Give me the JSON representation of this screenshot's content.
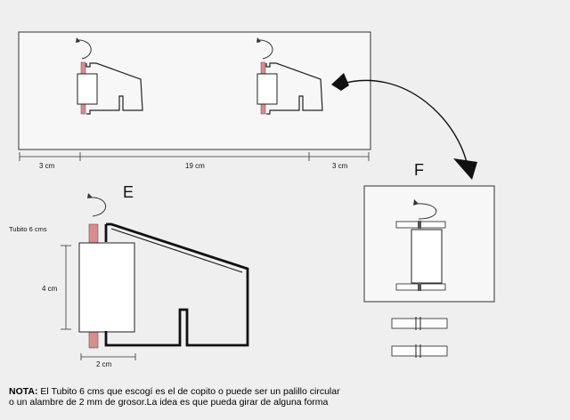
{
  "dimensions": {
    "left_margin": "3 cm",
    "center": "19 cm",
    "right_margin": "3 cm"
  },
  "detail_e": {
    "label": "E",
    "tube_label": "Tubito 6 cms",
    "height_label": "4 cm",
    "width_label": "2 cm"
  },
  "detail_f": {
    "label": "F"
  },
  "note": {
    "prefix": "NOTA:",
    "line1": " El Tubito 6 cms que escogí es el de copito o puede ser un palillo circular",
    "line2": "o un alambre de 2 mm de grosor.La idea es que pueda girar de alguna forma"
  },
  "colors": {
    "background": "#efefef",
    "tube": "#d98c8c",
    "line": "#111111"
  }
}
